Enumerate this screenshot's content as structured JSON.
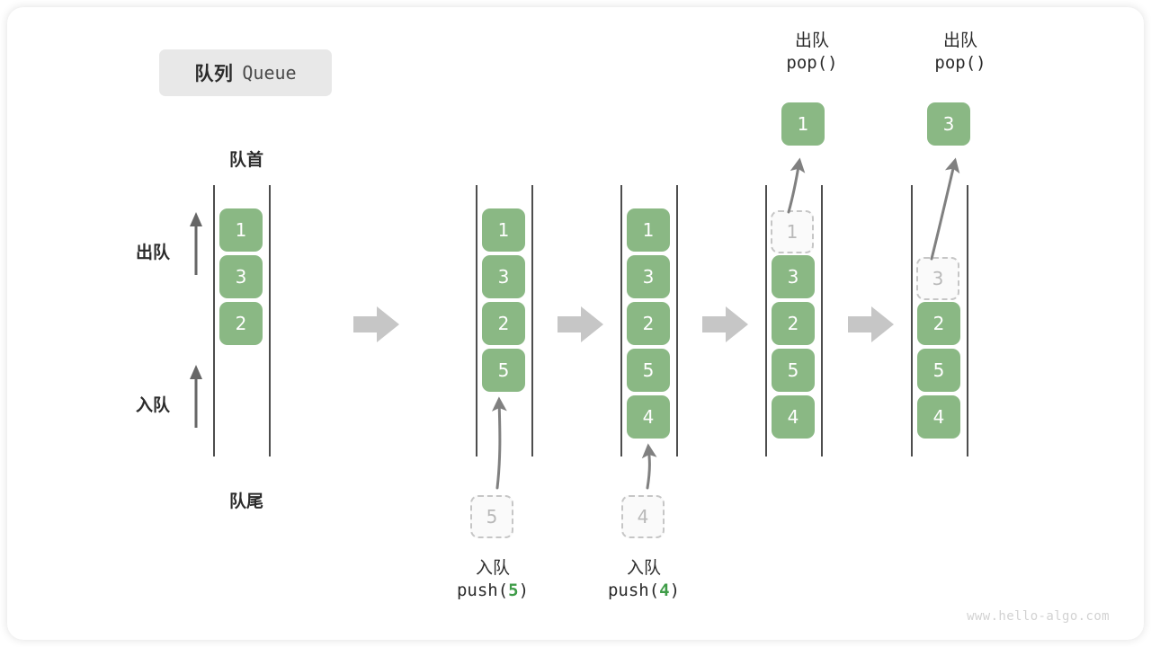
{
  "diagram": {
    "title_cn": "队列",
    "title_en": "Queue",
    "head_label": "队首",
    "tail_label": "队尾",
    "dequeue_label": "出队",
    "enqueue_label": "入队",
    "watermark": "www.hello-algo.com",
    "colors": {
      "box_fill": "#8ab884",
      "box_text": "#ffffff",
      "ghost_fill": "#fafafa",
      "ghost_border": "#c6c6c6",
      "ghost_text": "#b9b9b9",
      "rail": "#4d4d4d",
      "arrow_gray": "#c6c6c6",
      "curve_arrow": "#808080",
      "accent_green": "#3f9c48",
      "badge_bg": "#e8e8e8",
      "text": "#2b2b2b"
    }
  },
  "states": [
    {
      "name": "initial",
      "items": [
        "1",
        "3",
        "2"
      ]
    },
    {
      "name": "after-push-5",
      "items": [
        "1",
        "3",
        "2",
        "5"
      ],
      "caption_cn": "入队",
      "caption_code_prefix": "push(",
      "caption_code_arg": "5",
      "caption_code_suffix": ")",
      "ghost_value": "5"
    },
    {
      "name": "after-push-4",
      "items": [
        "1",
        "3",
        "2",
        "5",
        "4"
      ],
      "caption_cn": "入队",
      "caption_code_prefix": "push(",
      "caption_code_arg": "4",
      "caption_code_suffix": ")",
      "ghost_value": "4"
    },
    {
      "name": "pop-1",
      "items": [
        "3",
        "2",
        "5",
        "4"
      ],
      "ghost_value": "1",
      "popped_value": "1",
      "caption_cn": "出队",
      "caption_code": "pop()"
    },
    {
      "name": "pop-3",
      "items": [
        "2",
        "5",
        "4"
      ],
      "ghost_value": "3",
      "popped_value": "3",
      "caption_cn": "出队",
      "caption_code": "pop()"
    }
  ]
}
